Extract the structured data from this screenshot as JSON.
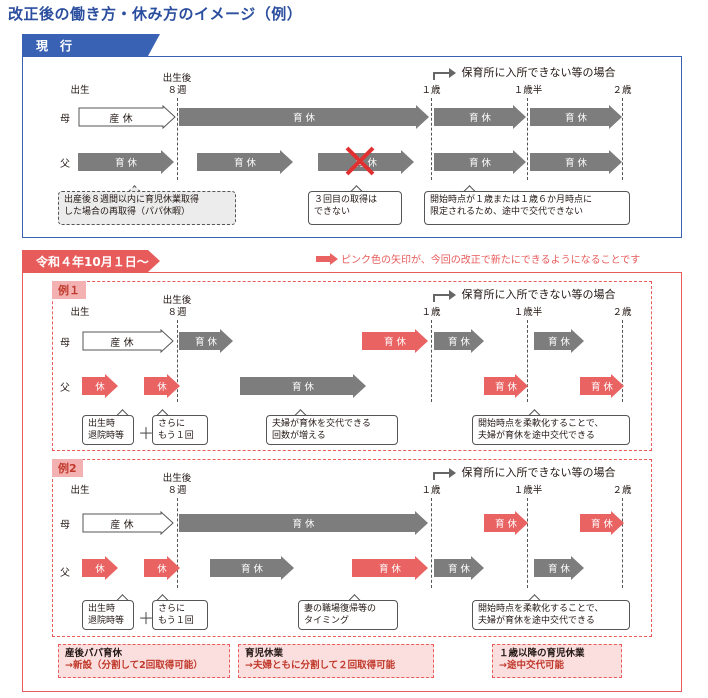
{
  "title": "改正後の働き方・休み方のイメージ（例）",
  "current": {
    "ribbon": "現　行",
    "timeline": {
      "birth": "出生",
      "after_birth": "出生後",
      "weeks8": "８週",
      "y1": "１歳",
      "y1h": "１歳半",
      "y2": "２歳"
    },
    "nursery": "保育所に入所できない等の場合",
    "mother": "母",
    "father": "父",
    "arrow_maternity": "産 休",
    "arrow_childcare": "育 休",
    "callout_papa": "出産後８週間以内に育児休業取得\nした場合の再取得（パパ休暇）",
    "callout_third": "３回目の取得は\nできない",
    "callout_limited": "開始時点が１歳または１歳６か月時点に\n限定されるため、途中で交代できない"
  },
  "revised": {
    "ribbon": "令和４年10月１日～",
    "note": "ピンク色の矢印が、今回の改正で新たにできるようになることです",
    "example1": {
      "tag": "例１",
      "nursery": "保育所に入所できない等の場合",
      "arrow_short": "休",
      "callout_birth": "出生時\n退院時等",
      "plus": "＋",
      "callout_more": "さらに\nもう１回",
      "callout_couple": "夫婦が育休を交代できる\n回数が増える",
      "callout_flex": "開始時点を柔軟化することで、\n夫婦が育休を途中交代できる"
    },
    "example2": {
      "tag": "例2",
      "nursery": "保育所に入所できない等の場合",
      "callout_return": "妻の職場復帰等の\nタイミング",
      "callout_flex": "開始時点を柔軟化することで、\n夫婦が育休を途中交代できる"
    },
    "bottom": [
      {
        "line1": "産後パパ育休",
        "line2": "→新設（分割して2回取得可能）"
      },
      {
        "line1": "育児休業",
        "line2": "→夫婦ともに分割して２回取得可能"
      },
      {
        "line1": "１歳以降の育児休業",
        "line2": "→途中交代可能"
      }
    ]
  }
}
